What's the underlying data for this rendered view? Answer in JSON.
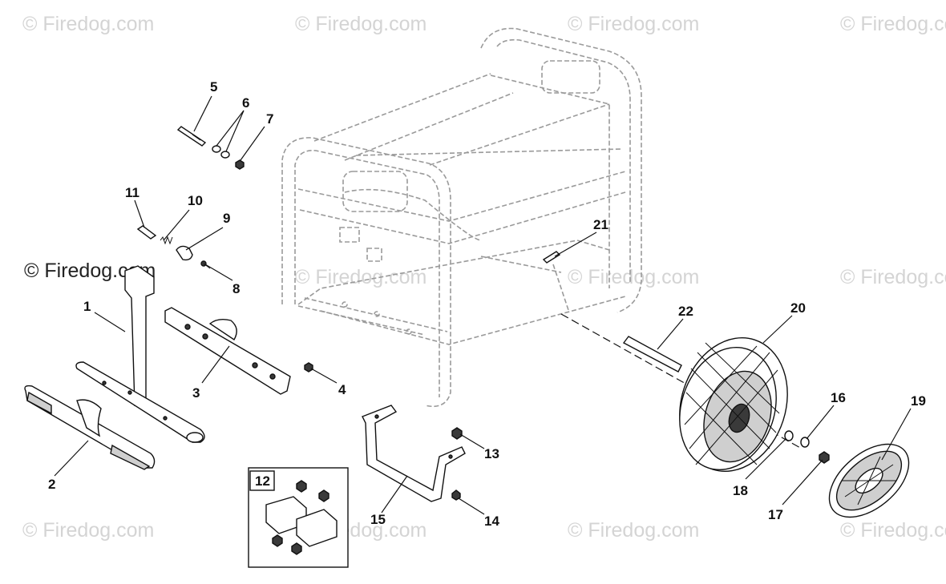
{
  "watermark": {
    "text": "© Firedog.com",
    "color": "#d4d4d4",
    "emphasis_color": "#222222"
  },
  "callouts": {
    "c1": "1",
    "c2": "2",
    "c3": "3",
    "c4": "4",
    "c5": "5",
    "c6": "6",
    "c7": "7",
    "c8": "8",
    "c9": "9",
    "c10": "10",
    "c11": "11",
    "c12": "12",
    "c13": "13",
    "c14": "14",
    "c15": "15",
    "c16": "16",
    "c17": "17",
    "c18": "18",
    "c19": "19",
    "c20": "20",
    "c21": "21",
    "c22": "22"
  }
}
